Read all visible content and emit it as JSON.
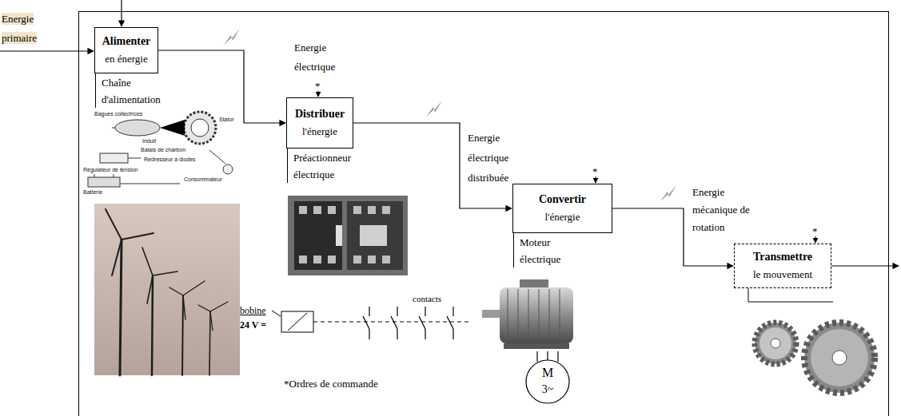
{
  "diagram": {
    "nodes": [
      {
        "text": [
          "Alimenter",
          "en énergie",
          "Chaîne d'alimentation"
        ]
      },
      {
        "text": [
          "Distribuer",
          "l'énergie",
          "Préactionneur électrique"
        ]
      },
      {
        "text": [
          "Convertir",
          "l'énergie",
          "Moteur électrique"
        ]
      },
      {
        "text": [
          "Transmettre",
          "le mouvement"
        ]
      }
    ],
    "edges": [
      {
        "from": 0,
        "to": 1,
        "arrow": "to",
        "label": "Energie électrique"
      },
      {
        "from": 1,
        "to": 2,
        "arrow": "to",
        "label": "Energie électrique distribuée"
      },
      {
        "from": 2,
        "to": 3,
        "arrow": "to",
        "label": "Energie mécanique de rotation"
      }
    ],
    "labels": [
      "Energie primaire",
      "*",
      "*",
      "*",
      "bobine",
      "24 V =",
      "contacts",
      "M",
      "3~",
      "*Ordres de commande",
      "Bagues collectrices",
      "Induit",
      "Balais de charbon",
      "Redresseur à diodes",
      "Régulateur de tension",
      "Batterie",
      "Stator",
      "Consommateur"
    ]
  }
}
